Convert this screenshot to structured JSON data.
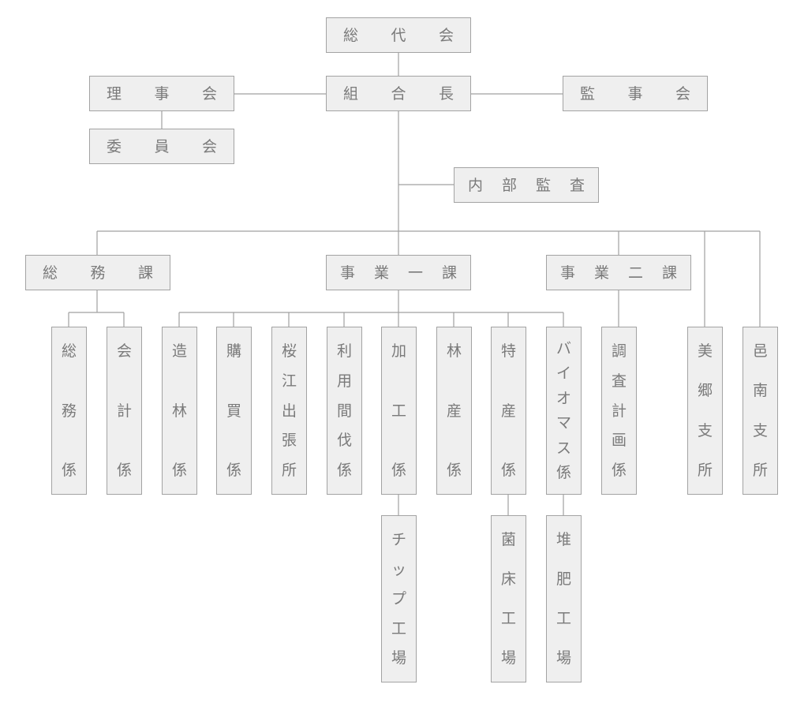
{
  "chart": {
    "top": {
      "general_assembly": "総代会",
      "president": "組合長",
      "board": "理事会",
      "committee": "委員会",
      "auditors": "監事会",
      "internal_audit": "内部監査"
    },
    "departments": {
      "general_affairs": "総務課",
      "business1": "事業一課",
      "business2": "事業二課"
    },
    "units": {
      "general_affairs_sec": "総務係",
      "accounting": "会計係",
      "afforestation": "造林係",
      "purchasing": "購買係",
      "sakurae_office": "桜江出張所",
      "thinning": "利用間伐係",
      "processing": "加工係",
      "forest_products": "林産係",
      "specialty": "特産係",
      "biomass": "バイオマス係",
      "survey_planning": "調査計画係",
      "misato_branch": "美郷支所",
      "ohnan_branch": "邑南支所"
    },
    "facilities": {
      "chip_factory": "チップ工場",
      "mushroom_bed_factory": "菌床工場",
      "compost_factory": "堆肥工場"
    },
    "colors": {
      "box_fill": "#efefef",
      "box_border": "#a3a3a3",
      "text": "#7a7a7a",
      "line": "#a0a0a0"
    }
  }
}
